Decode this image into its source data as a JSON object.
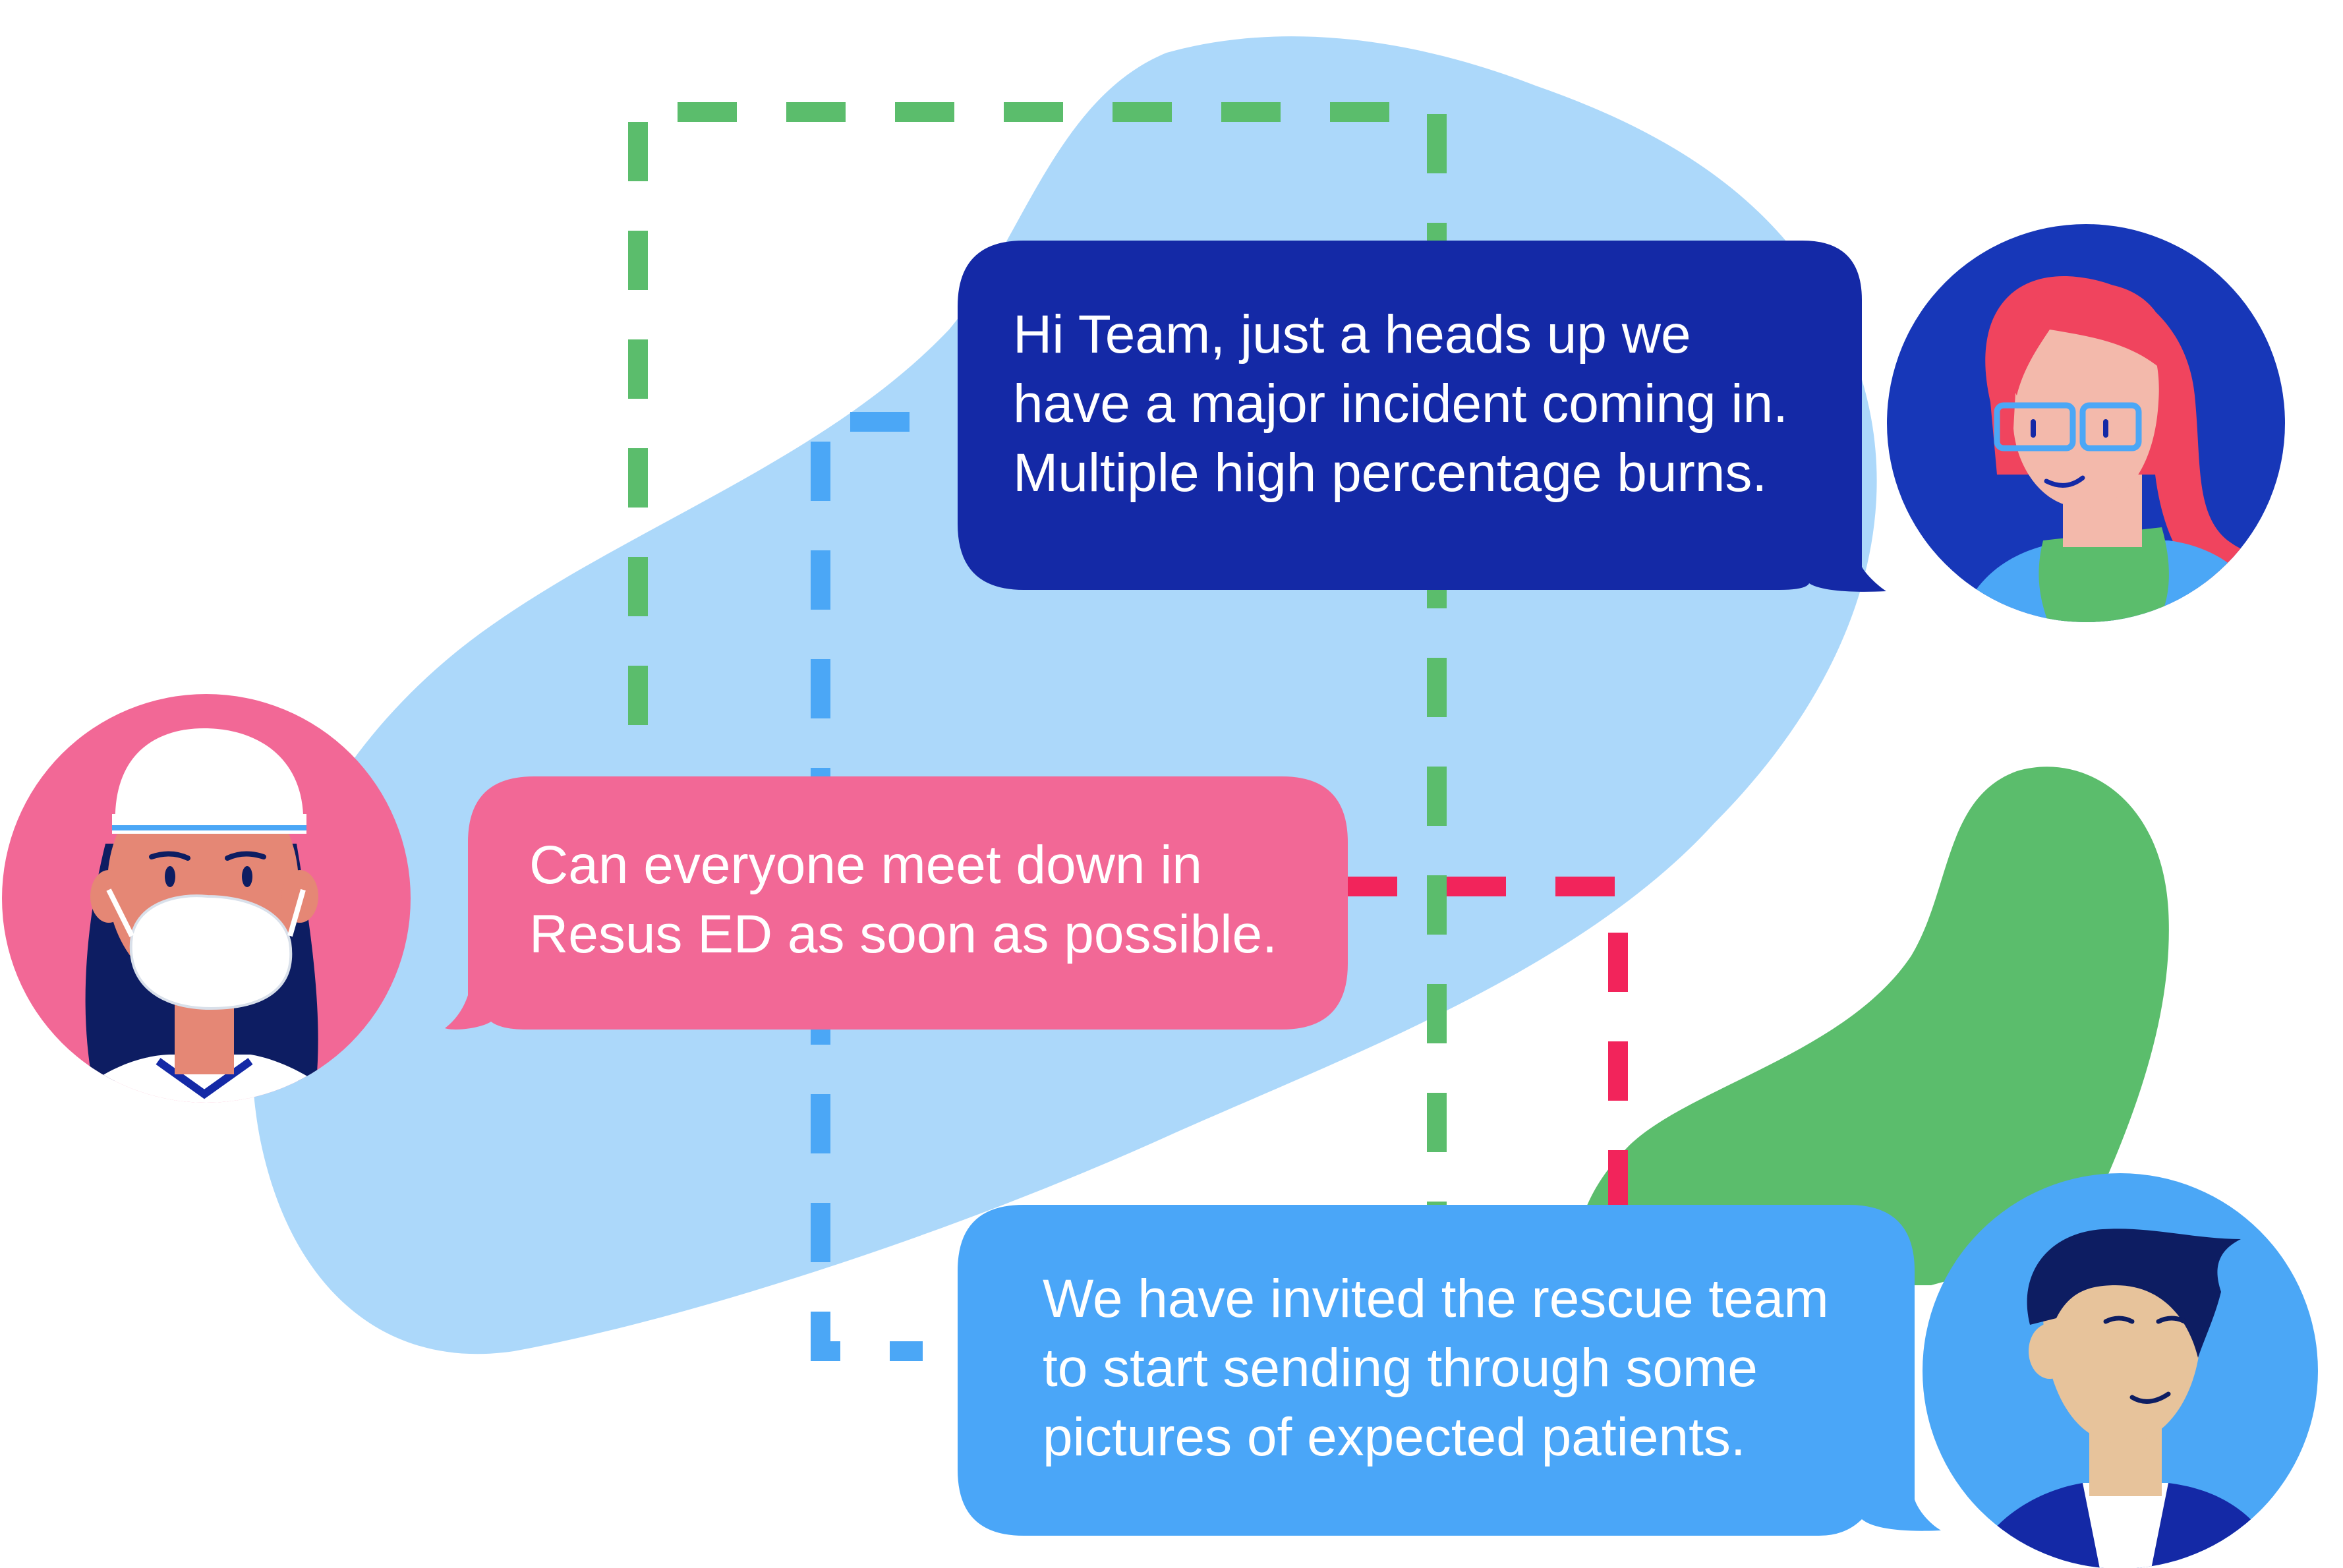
{
  "colors": {
    "background": "#ffffff",
    "blob_light_blue": "#acd8fa",
    "blob_green": "#5bbd6c",
    "dash_green": "#5bbd6c",
    "dash_blue": "#4ba7f6",
    "dash_red": "#f2245b",
    "bubble_navy": "#1429a6",
    "bubble_pink": "#f26896",
    "bubble_blue": "#4aa6f8",
    "avatar_bg_navy": "#1737b8",
    "avatar_bg_pink": "#f26896",
    "avatar_bg_blue": "#4ba7f6",
    "text": "#ffffff"
  },
  "messages": [
    {
      "sender": "red-haired woman with glasses",
      "lines": [
        "Hi Team, just a heads up we",
        "have a major incident coming in.",
        "Multiple high percentage burns."
      ]
    },
    {
      "sender": "masked clinician",
      "lines": [
        "Can everyone meet down in",
        "Resus ED as soon as possible."
      ]
    },
    {
      "sender": "dark-haired man",
      "lines": [
        "We have invited the rescue team",
        "to start sending through some",
        "pictures of expected patients."
      ]
    }
  ]
}
